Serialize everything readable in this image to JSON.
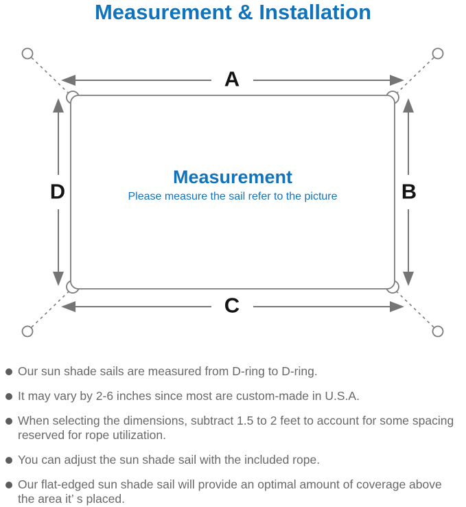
{
  "title": "Measurement & Installation",
  "diagram": {
    "label_top": "A",
    "label_right": "B",
    "label_bottom": "C",
    "label_left": "D",
    "center_title": "Measurement",
    "center_subtitle": "Please measure the sail refer to the picture"
  },
  "bullets": [
    "Our sun shade sails are measured from D-ring to D-ring.",
    "It may vary by 2-6 inches since most are custom-made in U.S.A.",
    "When selecting the dimensions, subtract 1.5 to 2 feet to account for some spacing reserved for rope utilization.",
    "You can adjust the sun shade sail with the included rope.",
    "Our flat-edged sun shade sail will provide an optimal amount of coverage above the area it’ s placed."
  ],
  "colors": {
    "accent_blue": "#1173BB",
    "diagram_stroke": "#7b7b7b",
    "dim_label_color": "#141414",
    "body_text": "#686868"
  }
}
